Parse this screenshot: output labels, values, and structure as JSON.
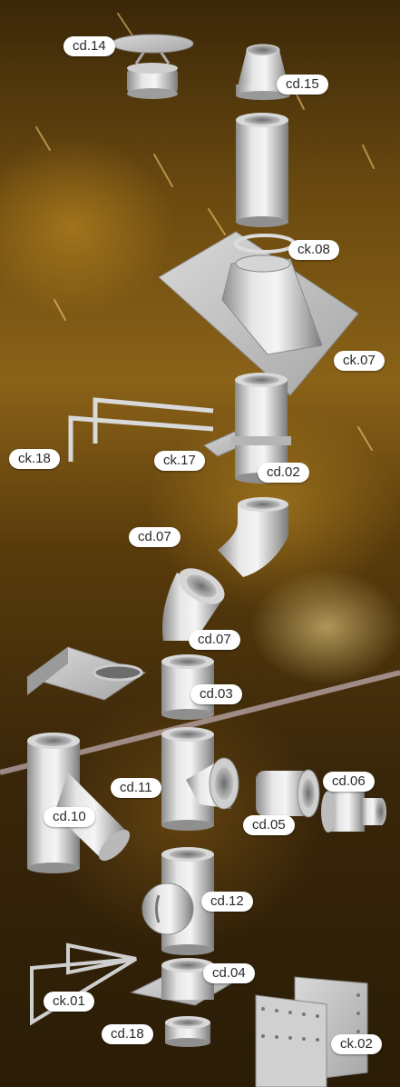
{
  "labels": {
    "cd14": "cd.14",
    "cd15": "cd.15",
    "ck08": "ck.08",
    "ck07": "ck.07",
    "ck18": "ck.18",
    "ck17": "ck.17",
    "cd02": "cd.02",
    "cd07a": "cd.07",
    "cd07b": "cd.07",
    "cd03": "cd.03",
    "cd11": "cd.11",
    "cd06": "cd.06",
    "cd10": "cd.10",
    "cd05": "cd.05",
    "cd12": "cd.12",
    "cd04": "cd.04",
    "ck01": "ck.01",
    "cd18": "cd.18",
    "ck02": "ck.02"
  },
  "colors": {
    "background_dark": "#3a2708",
    "background_gold": "#8a6218",
    "metal_light": "#e8e8e8",
    "metal_dark": "#8c8c8c",
    "label_bg": "#ffffff",
    "label_text": "#2a2a2a"
  }
}
